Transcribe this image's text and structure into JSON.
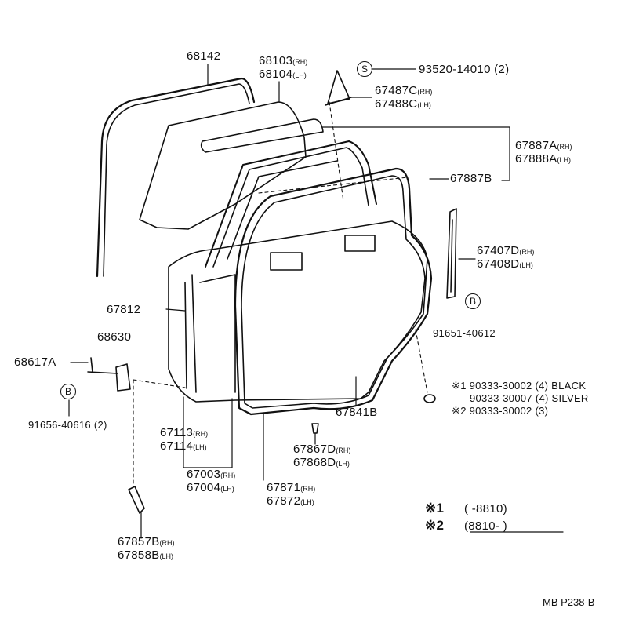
{
  "parts": {
    "glass_run": "68142",
    "glass_rh": "68103",
    "glass_lh": "68104",
    "screw_s": "93520-14010 (2)",
    "quarter_glass_rh": "67487C",
    "quarter_glass_lh": "67488C",
    "weatherstrip_a_rh": "67887A",
    "weatherstrip_a_lh": "67888A",
    "weatherstrip_b": "67887B",
    "division_bar_rh": "67407D",
    "division_bar_lh": "67408D",
    "bolt_b_right": "91651-40612",
    "door_panel": "67812",
    "check": "68630",
    "check_pin": "68617A",
    "bolt_b_left": "91656-40616 (2)",
    "grommet_note_1": "※1 90333-30002 (4) BLACK",
    "grommet_note_1b": "90333-30007 (4) SILVER",
    "grommet_note_2": "※2 90333-30002 (3)",
    "weatherstrip_main": "67841B",
    "clip_rh": "67867D",
    "clip_lh": "67868D",
    "opening_trim_rh": "67113",
    "opening_trim_lh": "67114",
    "door_assy_rh": "67003",
    "door_assy_lh": "67004",
    "weatherstrip_door_rh": "67871",
    "weatherstrip_door_lh": "67872",
    "hinge_cover_rh": "67857B",
    "hinge_cover_lh": "67858B"
  },
  "suffix": {
    "rh": "(RH)",
    "lh": "(LH)"
  },
  "markers": {
    "s": "S",
    "b": "B"
  },
  "legend": {
    "note1_mark": "※1",
    "note1_range": "(          -8810)",
    "note2_mark": "※2",
    "note2_range": "(8810-           )"
  },
  "reference": "MB P238-B"
}
